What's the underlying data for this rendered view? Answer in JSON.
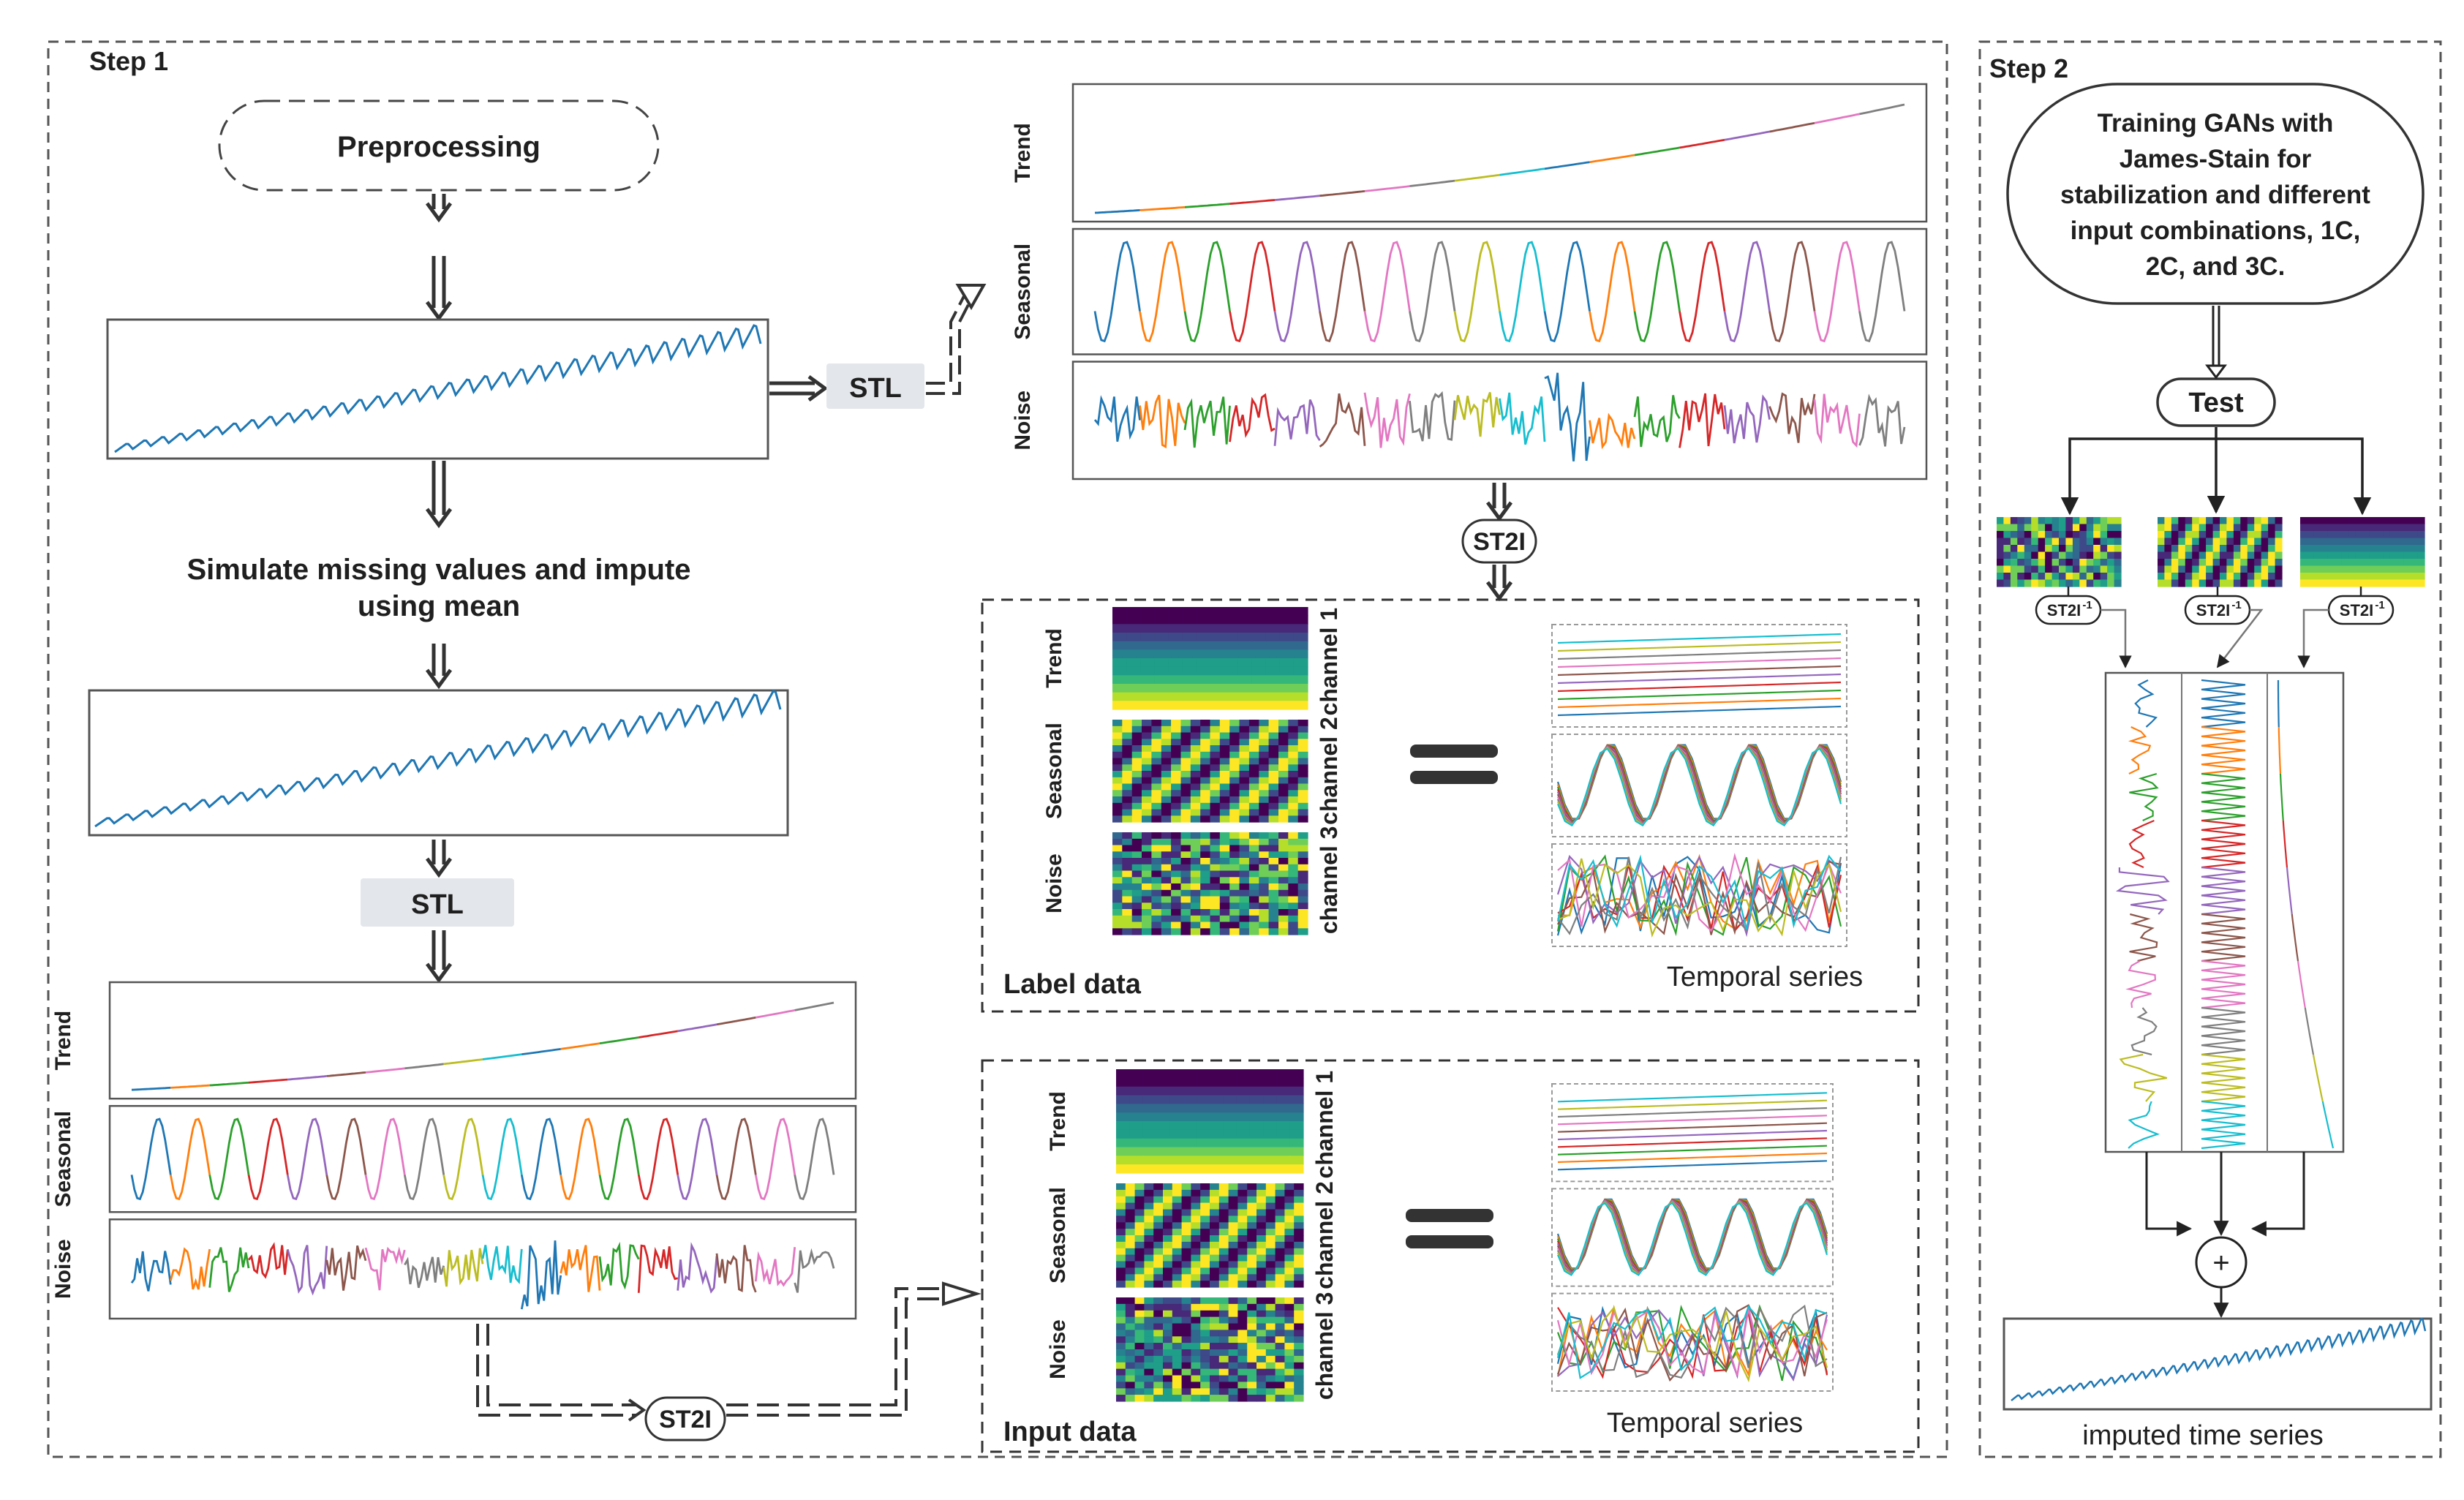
{
  "step1": {
    "title": "Step 1",
    "preprocessing": "Preprocessing",
    "stl_top": "STL",
    "stl_bottom": "STL",
    "simulate_line1": "Simulate missing values and impute",
    "simulate_line2": "using mean",
    "st2i_top": "ST2I",
    "st2i_bottom": "ST2I",
    "stl_panel_labels": [
      "Trend",
      "Seasonal",
      "Noise"
    ],
    "label_block": {
      "title": "Label data",
      "rows": [
        "Trend",
        "Seasonal",
        "Noise"
      ],
      "channels": [
        "channel 1",
        "channel 2",
        "channel 3"
      ],
      "temporal": "Temporal series"
    },
    "input_block": {
      "title": "Input data",
      "rows": [
        "Trend",
        "Seasonal",
        "Noise"
      ],
      "channels": [
        "channel 1",
        "channel 2",
        "channel 3"
      ],
      "temporal": "Temporal series"
    }
  },
  "step2": {
    "title": "Step 2",
    "training_lines": [
      "Training GANs with",
      "James-Stain for",
      "stabilization and different",
      "input combinations, 1C,",
      "2C, and 3C."
    ],
    "test": "Test",
    "inverse_base": "ST2I",
    "inverse_sup": "-1",
    "plus": "+",
    "output": "imputed time series"
  },
  "colors": {
    "border": "#555555",
    "arrow": "#333333",
    "stl_box": "#e3e6ea",
    "channel_text": "#e01b1b",
    "series": [
      "#1f77b4",
      "#ff7f0e",
      "#2ca02c",
      "#d62728",
      "#9467bd",
      "#8c564b",
      "#e377c2",
      "#7f7f7f",
      "#bcbd22",
      "#17becf"
    ],
    "viridis": [
      "#440154",
      "#482878",
      "#3e4989",
      "#31688e",
      "#26828e",
      "#1f9e89",
      "#35b779",
      "#6ece58",
      "#b5de2b",
      "#fde725"
    ]
  }
}
